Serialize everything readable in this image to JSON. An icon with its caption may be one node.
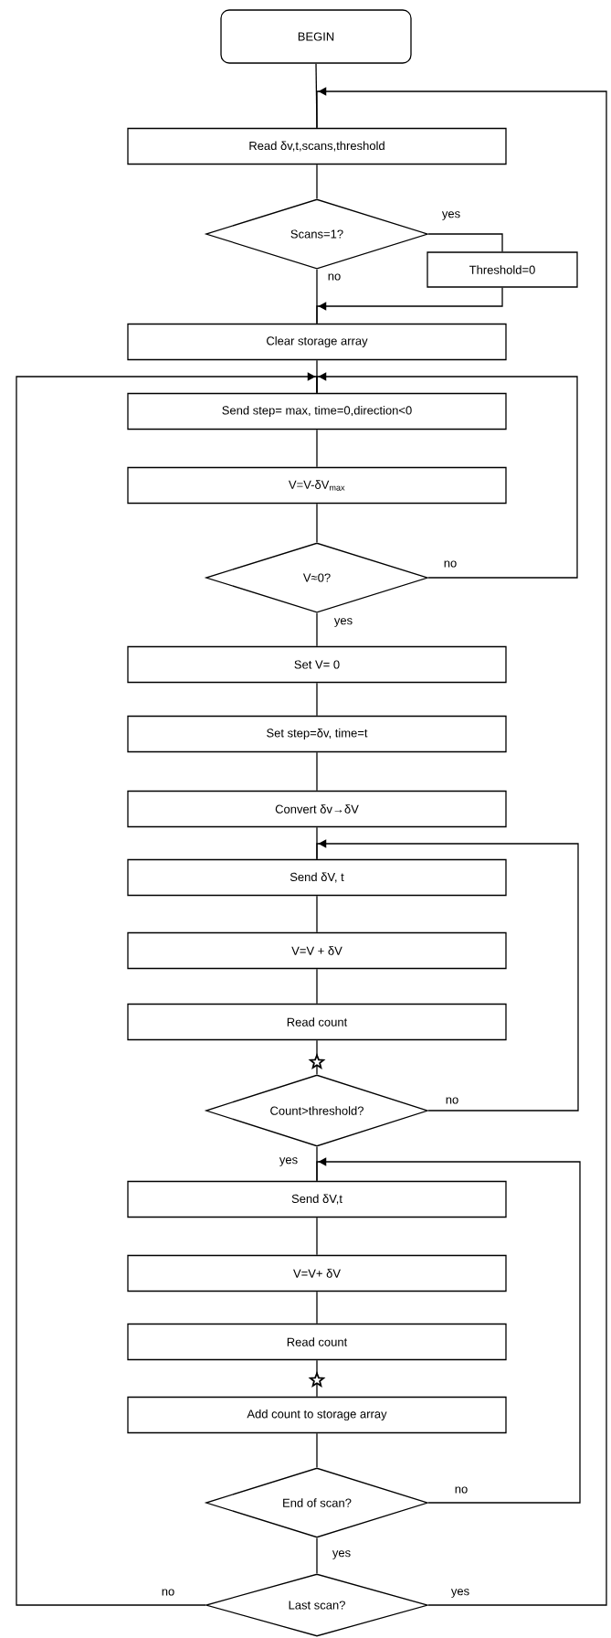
{
  "diagram": {
    "nodes": [
      {
        "text": [
          "BEGIN"
        ]
      },
      {
        "text": [
          "Read δv,t,scans,threshold"
        ]
      },
      {
        "text": [
          "Scans=1?"
        ]
      },
      {
        "text": [
          "Threshold=0"
        ]
      },
      {
        "text": [
          "Clear storage array"
        ]
      },
      {
        "text": [
          "Send step= max, time=0,direction<0"
        ]
      },
      {
        "text": [
          "V=V-δV$_{max}$"
        ]
      },
      {
        "text": [
          "V≈0?"
        ]
      },
      {
        "text": [
          "Set V= 0"
        ]
      },
      {
        "text": [
          "Set step=δv, time=t"
        ]
      },
      {
        "text": [
          "Convert δv→δV"
        ]
      },
      {
        "text": [
          "Send δV, t"
        ]
      },
      {
        "text": [
          "V=V + δV"
        ]
      },
      {
        "text": [
          "Read count"
        ]
      },
      {
        "text": [
          "Count>threshold?"
        ]
      },
      {
        "text": [
          "Send δV,t"
        ]
      },
      {
        "text": [
          "V=V+ δV"
        ]
      },
      {
        "text": [
          "Read count"
        ]
      },
      {
        "text": [
          "Add count to storage array"
        ]
      },
      {
        "text": [
          "End of scan?"
        ]
      },
      {
        "text": [
          "Last scan?"
        ]
      }
    ],
    "edges": [
      {
        "from": 0,
        "to": 1,
        "arrow": "none"
      },
      {
        "from": 1,
        "to": 2,
        "arrow": "none"
      },
      {
        "from": 2,
        "to": 3,
        "arrow": "none",
        "label": "yes"
      },
      {
        "from": 2,
        "to": 4,
        "arrow": "none",
        "label": "no"
      },
      {
        "from": 3,
        "to": 4,
        "arrow": "to"
      },
      {
        "from": 4,
        "to": 5,
        "arrow": "none"
      },
      {
        "from": 5,
        "to": 6,
        "arrow": "none"
      },
      {
        "from": 6,
        "to": 7,
        "arrow": "none"
      },
      {
        "from": 7,
        "to": 5,
        "arrow": "to",
        "label": "no"
      },
      {
        "from": 7,
        "to": 8,
        "arrow": "none",
        "label": "yes"
      },
      {
        "from": 8,
        "to": 9,
        "arrow": "none"
      },
      {
        "from": 9,
        "to": 10,
        "arrow": "none"
      },
      {
        "from": 10,
        "to": 11,
        "arrow": "none"
      },
      {
        "from": 11,
        "to": 12,
        "arrow": "none"
      },
      {
        "from": 12,
        "to": 13,
        "arrow": "none"
      },
      {
        "from": 13,
        "to": 14,
        "arrow": "none"
      },
      {
        "from": 14,
        "to": 11,
        "arrow": "to",
        "label": "no"
      },
      {
        "from": 14,
        "to": 15,
        "arrow": "none",
        "label": "yes"
      },
      {
        "from": 15,
        "to": 16,
        "arrow": "none"
      },
      {
        "from": 16,
        "to": 17,
        "arrow": "none"
      },
      {
        "from": 17,
        "to": 18,
        "arrow": "none"
      },
      {
        "from": 18,
        "to": 19,
        "arrow": "none"
      },
      {
        "from": 19,
        "to": 15,
        "arrow": "to",
        "label": "no"
      },
      {
        "from": 19,
        "to": 20,
        "arrow": "none",
        "label": "yes"
      },
      {
        "from": 20,
        "to": 5,
        "arrow": "to",
        "label": "no"
      },
      {
        "from": 20,
        "to": 1,
        "arrow": "to",
        "label": "yes"
      }
    ]
  }
}
